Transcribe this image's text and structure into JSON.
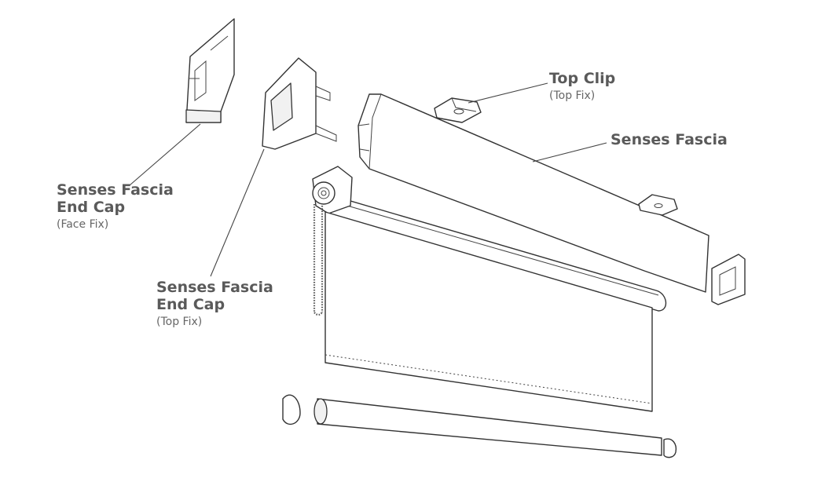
{
  "labels": {
    "top_clip": {
      "title": "Top Clip",
      "sub": "(Top Fix)"
    },
    "senses_fascia": {
      "title": "Senses Fascia"
    },
    "end_cap_face": {
      "title_line1": "Senses Fascia",
      "title_line2": "End Cap",
      "sub": "(Face Fix)"
    },
    "end_cap_top": {
      "title_line1": "Senses Fascia",
      "title_line2": "End Cap",
      "sub": "(Top Fix)"
    }
  },
  "colors": {
    "line": "#333333",
    "label_text": "#5a5a5a",
    "background": "#ffffff"
  }
}
